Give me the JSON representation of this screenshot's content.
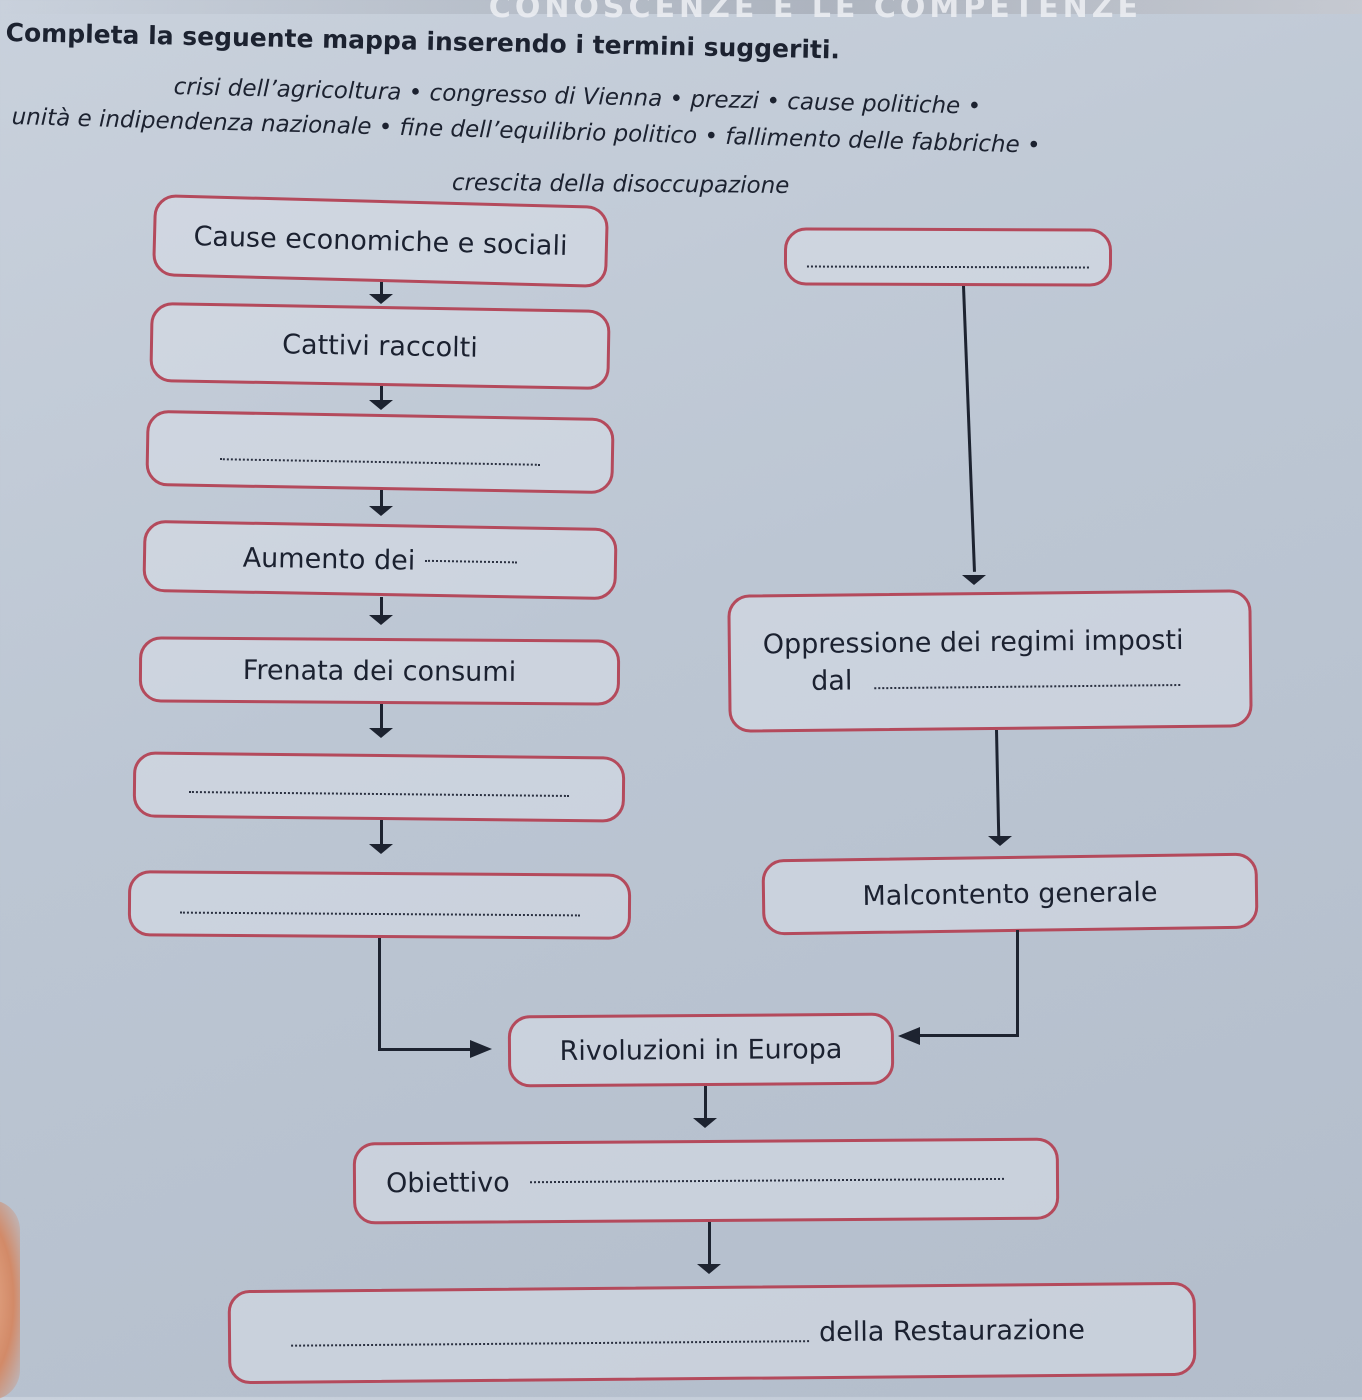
{
  "header": {
    "section_title": "CONOSCENZE E LE COMPETENZE",
    "instruction": "Completa la seguente mappa inserendo i termini suggeriti."
  },
  "word_bank": {
    "line1": "crisi dell’agricoltura • congresso di Vienna • prezzi • cause politiche •",
    "line2": "unità e indipendenza nazionale • fine dell’equilibrio politico • fallimento delle fabbriche •",
    "line3": "crescita della disoccupazione"
  },
  "map": {
    "cause_economiche": "Cause economiche e sociali",
    "cattivi_raccolti": "Cattivi raccolti",
    "aumento_dei": "Aumento dei",
    "frenata_consumi": "Frenata dei consumi",
    "oppressione_line1": "Oppressione dei regimi imposti",
    "oppressione_line2": "dal",
    "malcontento": "Malcontento generale",
    "rivoluzioni": "Rivoluzioni in Europa",
    "obiettivo": "Obiettivo",
    "restaurazione": "della Restaurazione"
  },
  "colors": {
    "box_border": "#b44a5c",
    "ink": "#1d2330"
  }
}
